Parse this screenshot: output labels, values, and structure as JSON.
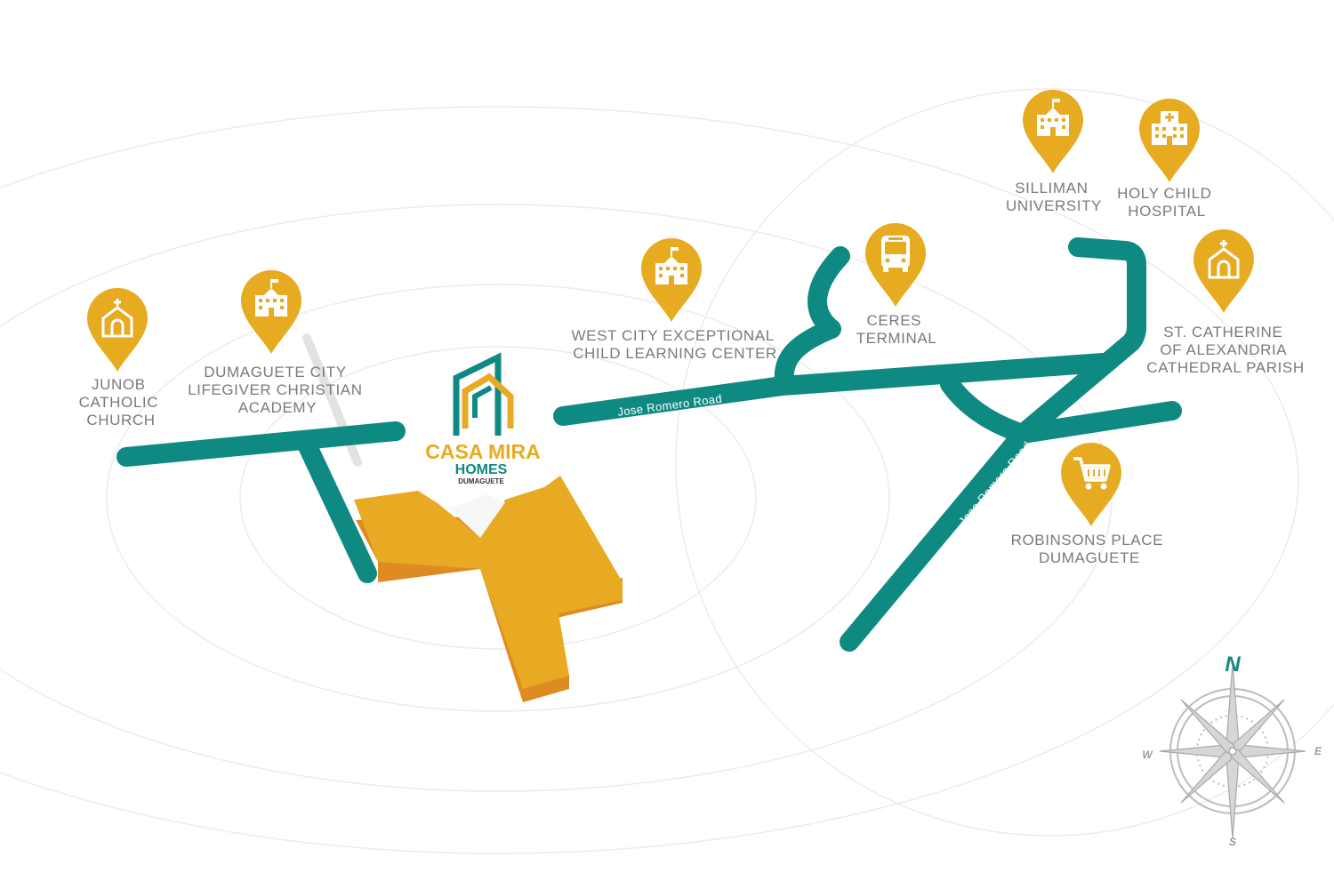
{
  "colors": {
    "road": "#0e8a82",
    "pin": "#e7ab21",
    "property": "#e8aa22",
    "property_side": "#de8b23",
    "label": "#7a7a7a",
    "rings": "#ececec",
    "compass": "#bcbcbc"
  },
  "logo": {
    "line1": "CASA MIRA",
    "line2": "HOMES",
    "line3": "DUMAGUETE"
  },
  "roads": {
    "main_label": "Jose Romero Road",
    "diagonal_label": "Jose Romero Road"
  },
  "pois": {
    "junob": {
      "icon": "church-icon",
      "lines": [
        "JUNOB",
        "CATHOLIC",
        "CHURCH"
      ]
    },
    "lifegiver": {
      "icon": "school-icon",
      "lines": [
        "DUMAGUETE CITY",
        "LIFEGIVER CHRISTIAN",
        "ACADEMY"
      ]
    },
    "westcity": {
      "icon": "school-icon",
      "lines": [
        "WEST CITY EXCEPTIONAL",
        "CHILD LEARNING CENTER"
      ]
    },
    "ceres": {
      "icon": "bus-icon",
      "lines": [
        "CERES",
        "TERMINAL"
      ]
    },
    "silliman": {
      "icon": "university-icon",
      "lines": [
        "SILLIMAN",
        "UNIVERSITY"
      ]
    },
    "holychild": {
      "icon": "hospital-icon",
      "lines": [
        "HOLY CHILD",
        "HOSPITAL"
      ]
    },
    "stcatherine": {
      "icon": "church-icon",
      "lines": [
        "ST. CATHERINE",
        "OF ALEXANDRIA",
        "CATHEDRAL PARISH"
      ]
    },
    "robinsons": {
      "icon": "shopping-cart-icon",
      "lines": [
        "ROBINSONS PLACE",
        "DUMAGUETE"
      ]
    }
  },
  "compass": {
    "n": "N",
    "e": "E",
    "s": "S",
    "w": "W"
  }
}
